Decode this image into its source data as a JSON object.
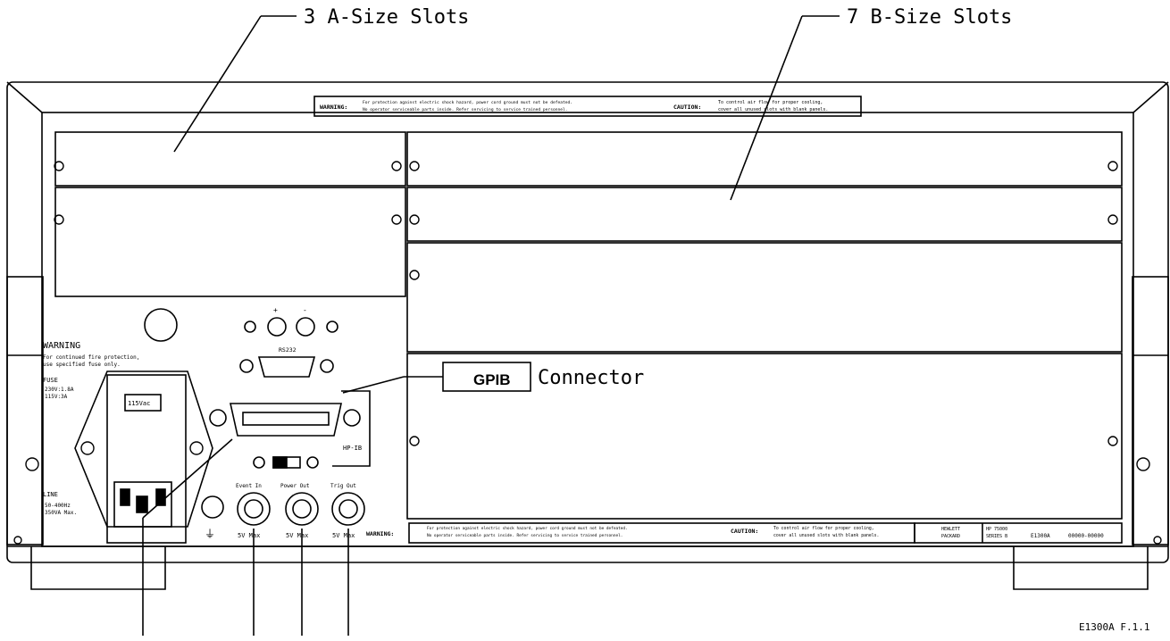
{
  "callouts": {
    "a_size_slots": "3 A-Size Slots",
    "b_size_slots": "7 B-Size Slots",
    "gpib_box": "GPIB",
    "gpib_connector": "Connector"
  },
  "top_warning": {
    "label": "WARNING:",
    "text_line1": "For protection against electric shock hazard, power cord ground must not be defeated.",
    "text_line2": "No operator serviceable parts inside. Refer servicing to service trained personnel.",
    "caution_label": "CAUTION:",
    "caution_line1": "To control air flow for proper cooling,",
    "caution_line2": "cover all unused slots with blank panels."
  },
  "left_panel": {
    "warning_title": "WARNING",
    "warning_line1": "For continued fire protection,",
    "warning_line2": "use specified fuse only.",
    "fuse_label": "FUSE",
    "fuse_spec1": "230V:1.8A",
    "fuse_spec2": "115V:3A",
    "voltage_selector": "115Vac",
    "line_label": "LINE",
    "line_spec1": "50-400Hz",
    "line_spec2": "350VA Max."
  },
  "connectors": {
    "rs232": "RS232",
    "hpib": "HP-IB",
    "plus": "+",
    "minus": "-",
    "event_in": "Event In",
    "power_out": "Power Out",
    "trig_out": "Trig Out",
    "max_rating": "5V Max"
  },
  "bottom_warning": {
    "label": "WARNING:",
    "text_line1": "For protection against electric shock hazard, power cord ground must not be defeated.",
    "text_line2": "No operator serviceable parts inside. Refer servicing to service trained personnel.",
    "caution_label": "CAUTION:",
    "caution_line1": "To control air flow for proper cooling,",
    "caution_line2": "cover all unused slots with blank panels."
  },
  "id_plate": {
    "maker_line1": "HEWLETT",
    "maker_line2": "PACKARD",
    "model_line1": "HP 75000",
    "model_line2": "SERIES B",
    "model_number": "E1300A",
    "serial": "00000-00000"
  },
  "figure_id": "E1300A F.1.1"
}
